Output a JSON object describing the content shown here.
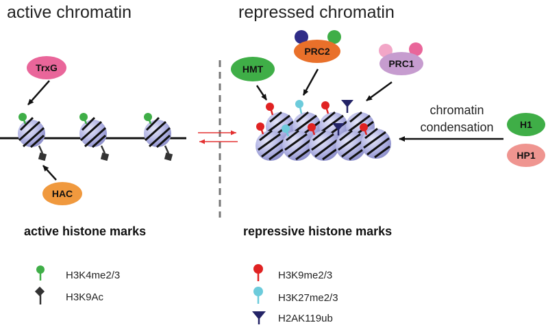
{
  "sections": {
    "active_title": "active chromatin",
    "repressed_title": "repressed chromatin"
  },
  "enzymes": {
    "trxg": "TrxG",
    "hac": "HAC",
    "hmt": "HMT",
    "prc2": "PRC2",
    "prc1": "PRC1",
    "h1": "H1",
    "hp1": "HP1"
  },
  "process": {
    "line1": "chromatin",
    "line2": "condensation"
  },
  "headers": {
    "active": "active histone marks",
    "repressive": "repressive histone marks"
  },
  "legend": {
    "active": [
      {
        "label": "H3K4me2/3",
        "icon": "green-lollipop-icon"
      },
      {
        "label": "H3K9Ac",
        "icon": "black-diamond-icon"
      }
    ],
    "repressive": [
      {
        "label": "H3K9me2/3",
        "icon": "red-lollipop-icon"
      },
      {
        "label": "H3K27me2/3",
        "icon": "cyan-lollipop-icon"
      },
      {
        "label": "H2AK119ub",
        "icon": "navy-flag-icon"
      }
    ]
  },
  "colors": {
    "nucleosome": "#b4b6e6",
    "trxg": "#e9669a",
    "hac": "#f0993e",
    "hmt": "#3fae47",
    "prc2": "#e9702a",
    "prc1": "#c69ccf",
    "h1": "#3fae47",
    "hp1": "#ef9590",
    "h3k4": "#3fae47",
    "h3k9ac": "#333333",
    "h3k9me": "#e02222",
    "h3k27me": "#6ccbdb",
    "h2ak119": "#232366",
    "equilibrium_arrow": "#e33030"
  }
}
